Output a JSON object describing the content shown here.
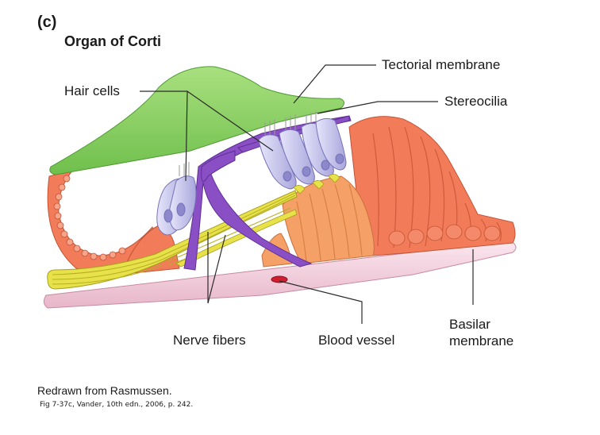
{
  "panel_letter": "(c)",
  "title": "Organ of Corti",
  "labels": {
    "tectorial_membrane": "Tectorial membrane",
    "stereocilia": "Stereocilia",
    "hair_cells": "Hair cells",
    "nerve_fibers": "Nerve fibers",
    "blood_vessel": "Blood vessel",
    "basilar_line1": "Basilar",
    "basilar_line2": "membrane"
  },
  "credit": "Redrawn from Rasmussen.",
  "citation": "Fig 7-37c, Vander, 10th edn., 2006, p. 242.",
  "colors": {
    "tectorial": "#8ed46a",
    "support_cells": "#f27b5a",
    "outer_pillar": "#f5a066",
    "hair_cells": "#c9c8ec",
    "pillar_cells": "#8a4fc4",
    "nerve_fibers": "#e8e24a",
    "basilar": "#f3d2e0",
    "blood": "#d02030"
  }
}
